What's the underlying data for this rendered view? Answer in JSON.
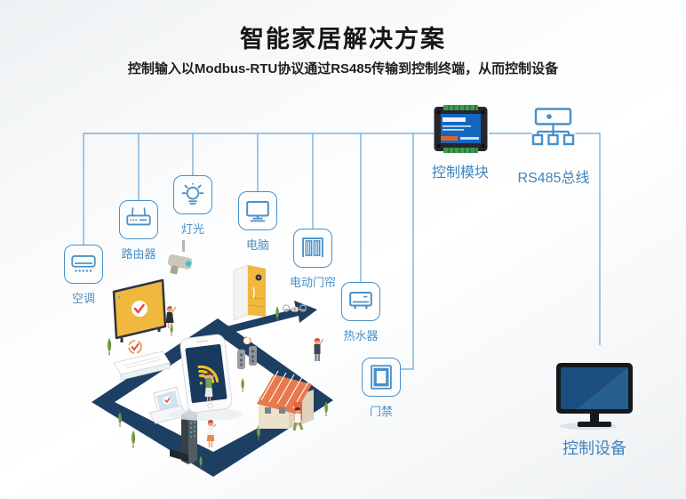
{
  "header": {
    "title": "智能家居解决方案",
    "subtitle": "控制输入以Modbus-RTU协议通过RS485传输到控制终端，从而控制设备"
  },
  "devices": [
    {
      "label": "空调",
      "icon": "air-conditioner-icon"
    },
    {
      "label": "路由器",
      "icon": "router-icon"
    },
    {
      "label": "灯光",
      "icon": "light-bulb-icon"
    },
    {
      "label": "电脑",
      "icon": "computer-monitor-icon"
    },
    {
      "label": "电动门帘",
      "icon": "electric-curtain-icon"
    },
    {
      "label": "热水器",
      "icon": "water-heater-icon"
    },
    {
      "label": "门禁",
      "icon": "door-access-icon"
    }
  ],
  "control_module": {
    "label": "控制模块",
    "icon": "plc-module-image"
  },
  "rs485_bus": {
    "label": "RS485总线",
    "icon": "bus-topology-icon"
  },
  "control_device": {
    "label": "控制设备",
    "icon": "desktop-monitor-icon"
  },
  "illustration": {
    "name": "smart-home-isometric-scene",
    "elements": [
      "road-loop",
      "smartphone-wifi",
      "tv-screen",
      "air-conditioner-unit",
      "laptop",
      "security-camera",
      "refrigerator",
      "house",
      "door-keypad",
      "speakers",
      "drone",
      "trees",
      "people"
    ]
  },
  "colors": {
    "accent_blue": "#4a90c8",
    "label_blue": "#3d85c0",
    "line_blue": "#69a5d4",
    "road_navy": "#1d3f63",
    "wifi_yellow": "#f6c31c",
    "tv_yellow": "#f0b83e",
    "check_orange": "#e2503c",
    "roof_orange": "#e8794d",
    "tree_green": "#74a348",
    "module_panel_blue": "#1566be",
    "terminal_green": "#3e9b4e",
    "monitor_screen_blue": "#1d4e80"
  }
}
